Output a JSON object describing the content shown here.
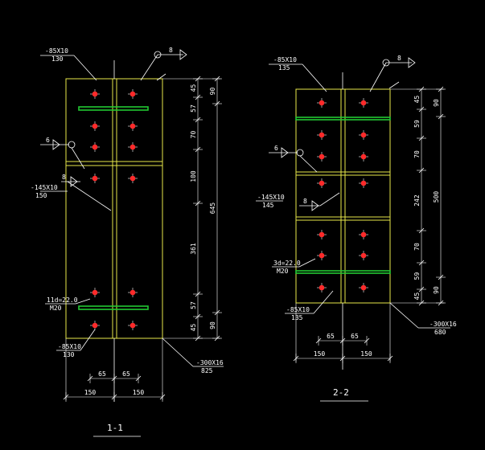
{
  "colors": {
    "background": "#000000",
    "plate": "#e8e84a",
    "stiffener": "#22c833",
    "bolt": "#ff2a2a",
    "linework": "#ffffff"
  },
  "section_1_1": {
    "title": "1-1",
    "top_plate_label": "-85X10",
    "top_plate_length": "130",
    "top_weld_size": "8",
    "side_weld_size": "6",
    "web_weld_size": "8",
    "web_plate_label": "-145X10",
    "web_plate_length": "150",
    "bolt_label": "11d=22.0",
    "bolt_spec": "M20",
    "bottom_plate_label": "-85X10",
    "bottom_plate_length": "130",
    "main_plate_label": "-300X16",
    "main_plate_length": "825",
    "dims_inner": [
      "45",
      "57",
      "70",
      "100",
      "361",
      "57",
      "45"
    ],
    "dims_outer": [
      "90",
      "645",
      "90"
    ],
    "dims_bottom_inner": [
      "65",
      "65"
    ],
    "dims_bottom_outer": [
      "150",
      "150"
    ]
  },
  "section_2_2": {
    "title": "2-2",
    "top_plate_label": "-85X10",
    "top_plate_length": "135",
    "top_weld_size": "8",
    "side_weld_size": "6",
    "web_weld_size": "8",
    "web_plate_label": "-145X10",
    "web_plate_length": "145",
    "bolt_label": "3d=22.0",
    "bolt_spec": "M20",
    "bottom_plate_label": "-85X10",
    "bottom_plate_length": "135",
    "main_plate_label": "-300X16",
    "main_plate_length": "680",
    "dims_inner": [
      "45",
      "59",
      "70",
      "242",
      "70",
      "59",
      "45"
    ],
    "dims_outer": [
      "90",
      "500",
      "90"
    ],
    "dims_bottom_inner": [
      "65",
      "65"
    ],
    "dims_bottom_outer": [
      "150",
      "150"
    ]
  }
}
